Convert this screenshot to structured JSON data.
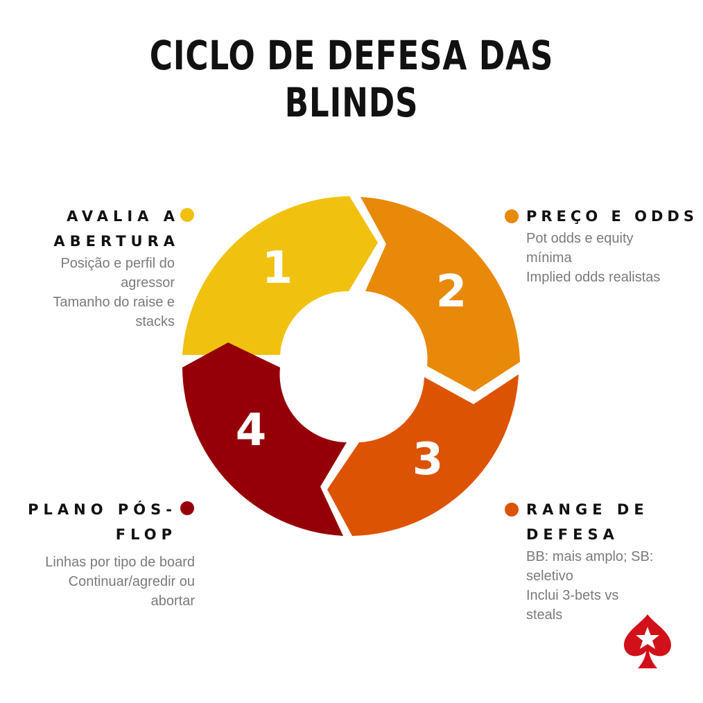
{
  "title": {
    "line1": "CICLO DE DEFESA DAS",
    "line2": "BLINDS"
  },
  "stages": [
    {
      "number": "1",
      "color": "#f0c20f",
      "heading_line1": "AVALIA A",
      "heading_line2": "ABERTURA",
      "details": [
        "Posição e perfil do",
        "agressor",
        "Tamanho do raise e",
        "stacks"
      ]
    },
    {
      "number": "2",
      "color": "#e8890a",
      "heading_line1": "PREÇO E ODDS",
      "details": [
        "Pot odds e equity",
        "mínima",
        "Implied odds realistas"
      ]
    },
    {
      "number": "3",
      "color": "#dd5304",
      "heading_line1": "RANGE DE",
      "heading_line2": "DEFESA",
      "details": [
        "BB: mais amplo; SB:",
        "seletivo",
        "Inclui 3-bets vs",
        "steals"
      ]
    },
    {
      "number": "4",
      "color": "#950008",
      "heading_line1": "PLANO PÓS-",
      "heading_line2": "FLOP",
      "details": [
        "Linhas por tipo de board",
        "Continuar/agredir ou",
        "abortar"
      ]
    }
  ],
  "logo": {
    "icon": "spade-star-logo",
    "color": "#d21019"
  }
}
